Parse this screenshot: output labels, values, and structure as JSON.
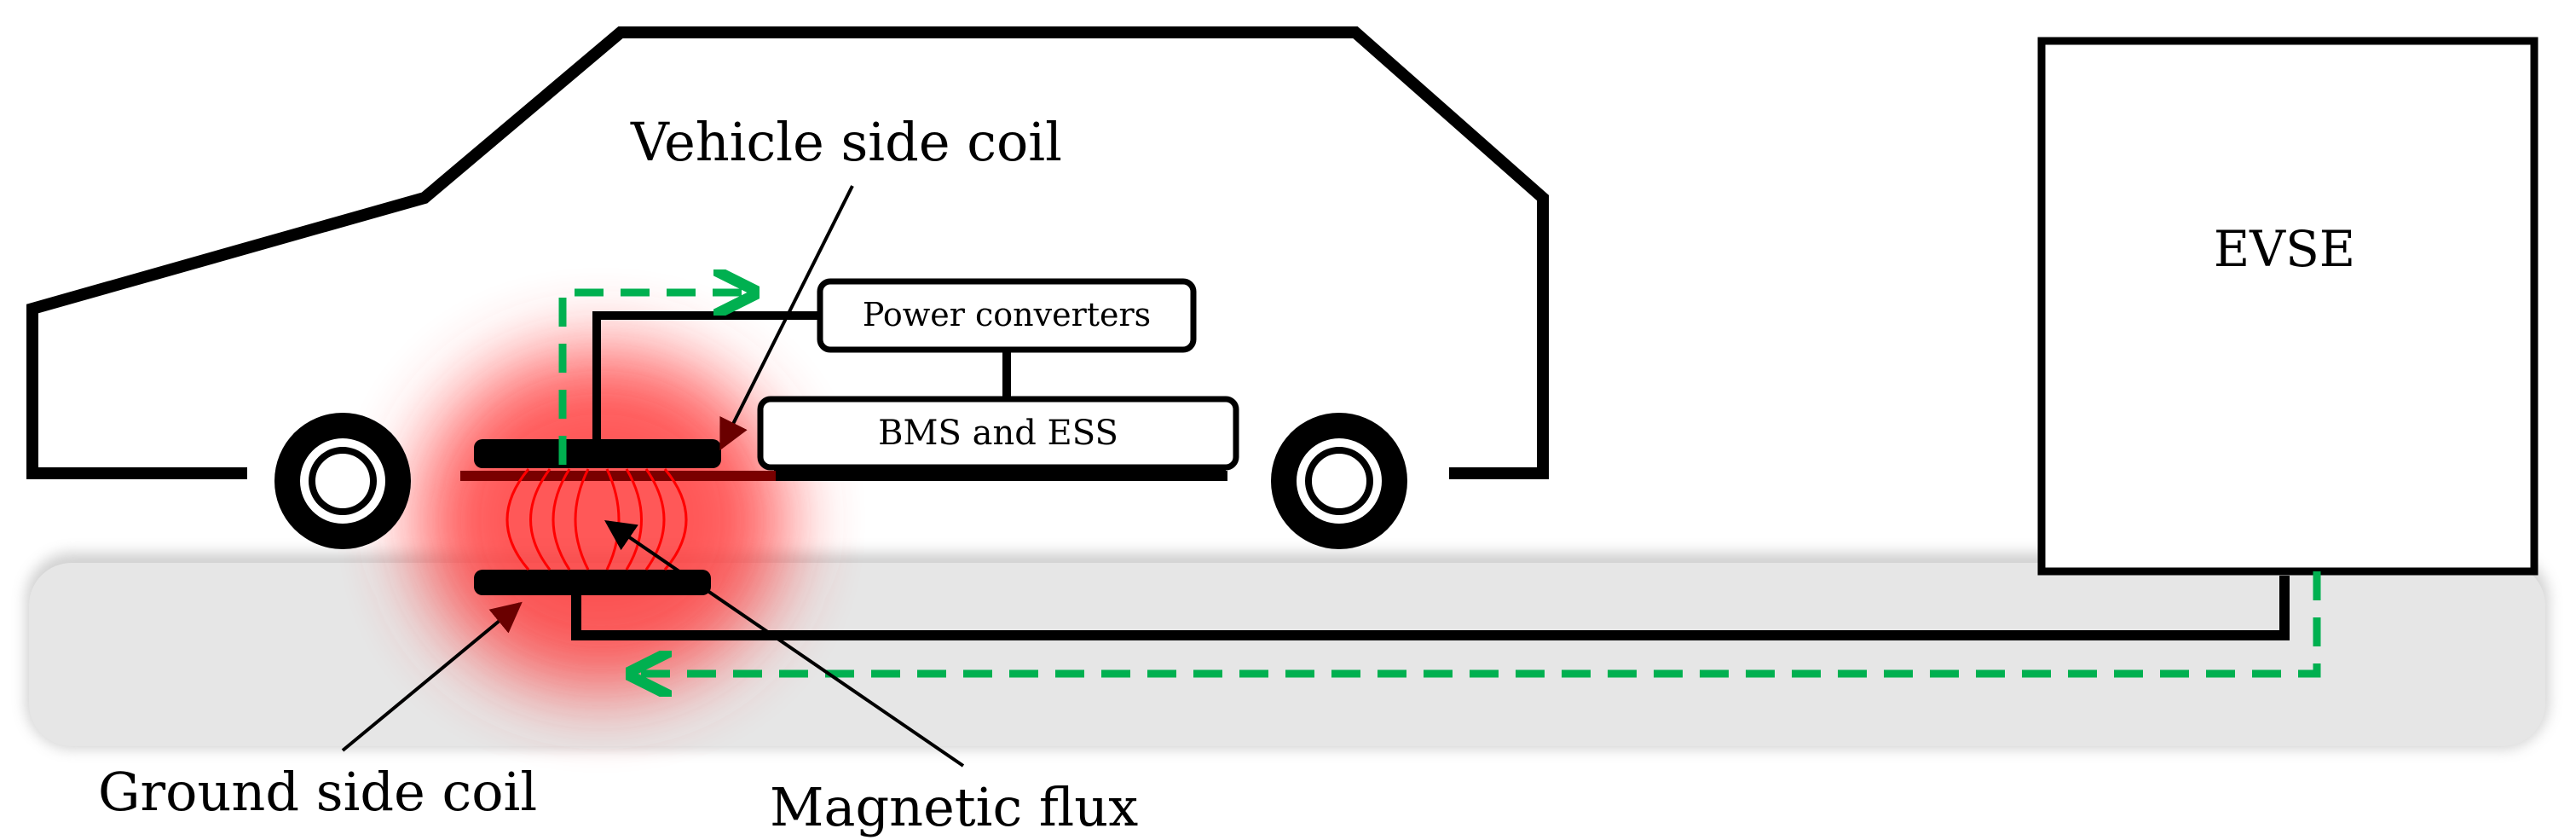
{
  "labels": {
    "vehicle_side_coil": "Vehicle side coil",
    "ground_side_coil": "Ground side coil",
    "magnetic_flux": "Magnetic flux",
    "power_converters": "Power converters",
    "bms_ess": "BMS and ESS",
    "evse": "EVSE"
  },
  "colors": {
    "outline": "#000000",
    "ground": "#e6e6e6",
    "power_flow": "#00b050",
    "flux": "#ff0000",
    "flux_glow": "#ff3b3b"
  }
}
